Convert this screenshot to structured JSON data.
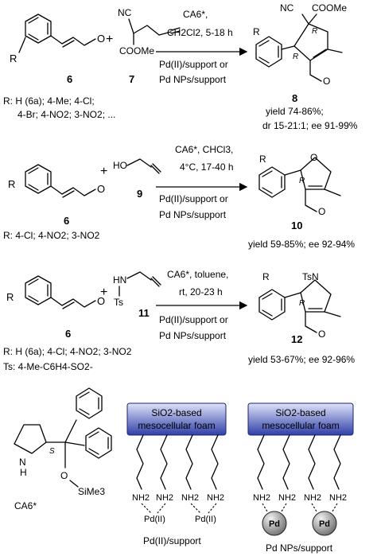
{
  "reactions": [
    {
      "cpd_a": "6",
      "cpd_b": "7",
      "cpd_product": "8",
      "conditions_l1": "CA6*,",
      "conditions_l2": "CH2Cl2, 5-18 h",
      "catalyst_l1": "Pd(II)/support or",
      "catalyst_l2": "Pd NPs/support",
      "r_line1": "R: H (6a); 4-Me; 4-Cl;",
      "r_line2": "4-Br; 4-NO2; 3-NO2; ...",
      "yield_l1": "yield 74-86%;",
      "yield_l2": "dr 15-21:1; ee 91-99%",
      "label_nc": "NC",
      "label_coome": "COOMe",
      "label_coome_product": "COOMe",
      "label_nc_product": "NC",
      "label_r": "R",
      "label_o": "O",
      "label_stereo_1": "R",
      "label_stereo_2": "R"
    },
    {
      "cpd_a": "6",
      "cpd_b": "9",
      "cpd_product": "10",
      "conditions_l1": "CA6*, CHCl3,",
      "conditions_l2": "4°C, 17-40 h",
      "catalyst_l1": "Pd(II)/support or",
      "catalyst_l2": "Pd NPs/support",
      "r_line1": "R: 4-Cl; 4-NO2; 3-NO2",
      "yield_l1": "yield 59-85%; ee 92-94%",
      "label_ho": "HO",
      "label_r": "R",
      "label_o": "O",
      "label_stereo": "R"
    },
    {
      "cpd_a": "6",
      "cpd_b": "11",
      "cpd_product": "12",
      "conditions_l1": "CA6*, toluene,",
      "conditions_l2": "rt, 20-23 h",
      "catalyst_l1": "Pd(II)/support or",
      "catalyst_l2": "Pd NPs/support",
      "r_line1": "R: H (6a); 4-Cl; 4-NO2; 3-NO2",
      "r_line2": "Ts: 4-Me-C6H4-SO2-",
      "yield_l1": "yield 53-67%; ee 92-96%",
      "label_hn": "HN",
      "label_ts": "Ts",
      "label_tsn": "TsN",
      "label_r": "R",
      "label_o": "O",
      "label_stereo": "R"
    }
  ],
  "catalyst": {
    "name": "CA6*",
    "label_nh": "N",
    "label_h": "H",
    "label_s": "S",
    "label_o": "O",
    "label_sime3": "SiMe3"
  },
  "supports": [
    {
      "box_l1": "SiO2-based",
      "box_l2": "mesocellular foam",
      "amine": "NH2",
      "metal": "Pd(II)",
      "caption": "Pd(II)/support"
    },
    {
      "box_l1": "SiO2-based",
      "box_l2": "mesocellular foam",
      "amine": "NH2",
      "metal": "Pd",
      "caption": "Pd NPs/support"
    }
  ],
  "colors": {
    "box_top": "#dfe3f8",
    "box_bottom": "#2f3fa8",
    "sphere_light": "#f2f2f2",
    "sphere_dark": "#6f6f6f"
  }
}
